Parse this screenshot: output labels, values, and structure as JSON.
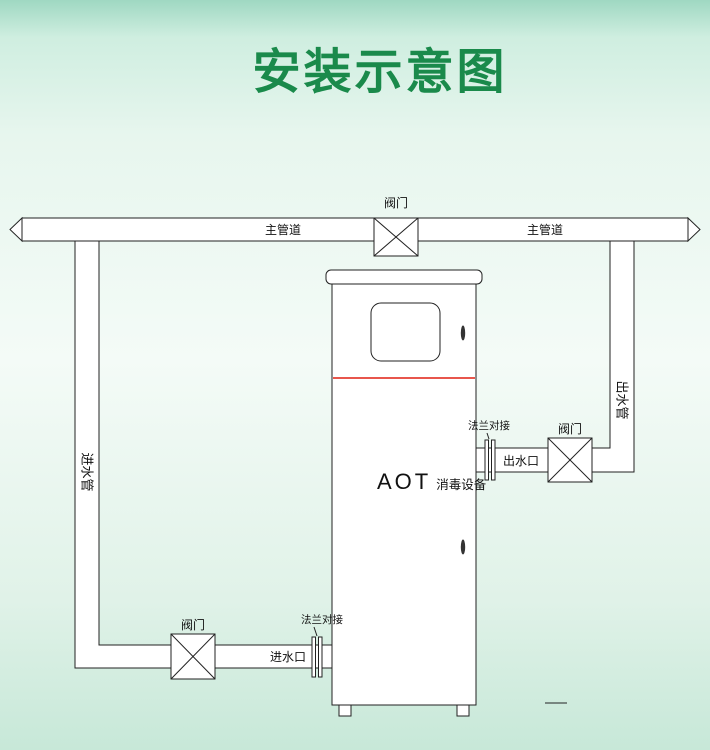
{
  "title": "安装示意图",
  "colors": {
    "title_green": "#1a8a4b",
    "line": "#222222",
    "accent_red": "#e8564c",
    "bg_top": "#9fd8c2",
    "bg_mid": "#f4fbf7",
    "bg_bottom": "#c7e8d8"
  },
  "diagram": {
    "main_pipe_label_left": "主管道",
    "main_pipe_label_right": "主管道",
    "valve_top_label": "阀门",
    "valve_inlet_label": "阀门",
    "valve_outlet_label": "阀门",
    "inlet_pipe_label": "进水管",
    "outlet_pipe_label": "出水管",
    "inlet_port_label": "进水口",
    "outlet_port_label": "出水口",
    "flange_inlet_label": "法兰对接",
    "flange_outlet_label": "法兰对接",
    "device_name": "AOT",
    "device_type": "消毒设备"
  }
}
